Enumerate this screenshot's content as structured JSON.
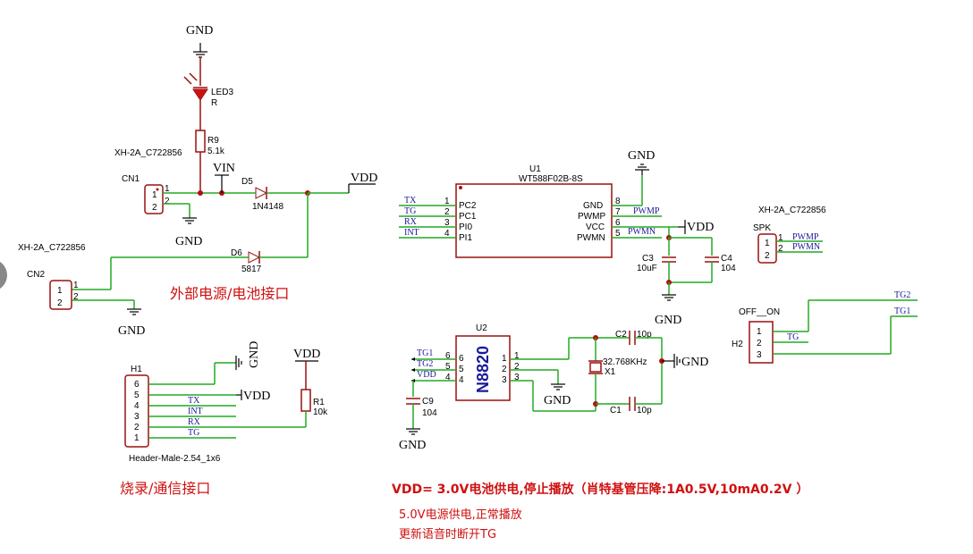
{
  "power": {
    "gnd": "GND",
    "vdd": "VDD",
    "vin": "VIN"
  },
  "components": {
    "led3": {
      "ref": "LED3",
      "val": "R"
    },
    "r9": {
      "ref": "R9",
      "val": "5.1k"
    },
    "d5": {
      "ref": "D5",
      "val": "1N4148"
    },
    "d6": {
      "ref": "D6",
      "val": "5817"
    },
    "cn1": {
      "ref": "CN1",
      "part": "XH-2A_C722856"
    },
    "cn2": {
      "ref": "CN2",
      "part": "XH-2A_C722856"
    },
    "spk": {
      "ref": "SPK",
      "part": "XH-2A_C722856"
    },
    "u1": {
      "ref": "U1",
      "part": "WT588F02B-8S"
    },
    "u2": {
      "ref": "U2",
      "part": "N8820"
    },
    "c1": {
      "ref": "C1",
      "val": "10p"
    },
    "c2": {
      "ref": "C2",
      "val": "10p"
    },
    "c3": {
      "ref": "C3",
      "val": "10uF"
    },
    "c4": {
      "ref": "C4",
      "val": "104"
    },
    "c9": {
      "ref": "C9",
      "val": "104"
    },
    "x1": {
      "ref": "X1",
      "val": "32.768KHz"
    },
    "r1": {
      "ref": "R1",
      "val": "10k"
    },
    "h1": {
      "ref": "H1",
      "part": "Header-Male-2.54_1x6"
    },
    "h2": {
      "ref": "H2",
      "title": "OFF__ON"
    }
  },
  "u1_left_pins": [
    {
      "num": "1",
      "name": "PC2",
      "net": "TX"
    },
    {
      "num": "2",
      "name": "PC1",
      "net": "TG"
    },
    {
      "num": "3",
      "name": "PI0",
      "net": "RX"
    },
    {
      "num": "4",
      "name": "PI1",
      "net": "INT"
    }
  ],
  "u1_right_pins": [
    {
      "num": "8",
      "name": "GND"
    },
    {
      "num": "7",
      "name": "PWMP"
    },
    {
      "num": "6",
      "name": "VCC"
    },
    {
      "num": "5",
      "name": "PWMN"
    }
  ],
  "nets": {
    "pwmp": "PWMP",
    "pwmn": "PWMN",
    "tg": "TG",
    "tg1": "TG1",
    "tg2": "TG2",
    "tx": "TX",
    "rx": "RX",
    "int": "INT",
    "vdd": "VDD"
  },
  "pin_numbers": {
    "one": "1",
    "two": "2",
    "three": "3",
    "four": "4",
    "five": "5",
    "six": "6"
  },
  "h1_labels": [
    {
      "num": "6",
      "net": ""
    },
    {
      "num": "5",
      "net": ""
    },
    {
      "num": "4",
      "net": "TX"
    },
    {
      "num": "3",
      "net": "INT"
    },
    {
      "num": "2",
      "net": "RX"
    },
    {
      "num": "1",
      "net": "TG"
    }
  ],
  "notes": {
    "power_iface": "外部电源/电池接口",
    "burn_iface": "烧录/通信接口",
    "vdd_line1": "VDD= 3.0V电池供电,停止播放（肖特基管压降:1A0.5V,10mA0.2V ）",
    "vdd_line2": "5.0V电源供电,正常播放",
    "vdd_line3": "更新语音时断开TG"
  }
}
